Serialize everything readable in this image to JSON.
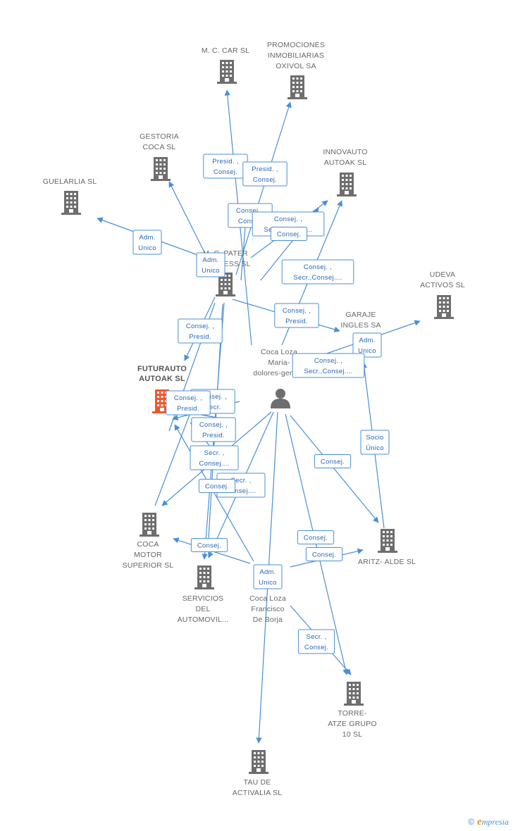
{
  "colors": {
    "edge": "#4a8fd6",
    "building": "#6e6e6e",
    "focus": "#f0562e",
    "person": "#6e6e6e",
    "label": "#666666"
  },
  "footer": {
    "copyright": "©",
    "brand_initial": "e",
    "brand_rest": "mpresia"
  },
  "nodes": [
    {
      "id": "mccar",
      "type": "company",
      "lines": [
        "M. C. CAR SL"
      ]
    },
    {
      "id": "promociones",
      "type": "company",
      "lines": [
        "PROMOCIONES",
        "INMOBILIARIAS",
        "OXIVOL SA"
      ]
    },
    {
      "id": "gestoria",
      "type": "company",
      "lines": [
        "GESTORIA",
        "COCA SL"
      ]
    },
    {
      "id": "innovauto",
      "type": "company",
      "lines": [
        "INNOVAUTO",
        "AUTOAK SL"
      ]
    },
    {
      "id": "guelarlia",
      "type": "company",
      "lines": [
        "GUELARLIA SL"
      ]
    },
    {
      "id": "mcpater",
      "type": "company",
      "lines": [
        "M. C. PATER",
        "BUSINESS SL"
      ]
    },
    {
      "id": "udeva",
      "type": "company",
      "lines": [
        "UDEVA",
        "ACTIVOS SL"
      ]
    },
    {
      "id": "garaje",
      "type": "company",
      "lines": [
        "GARAJE",
        "INGLES SA"
      ]
    },
    {
      "id": "futurauto",
      "type": "focus",
      "lines": [
        "FUTURAUTO",
        "AUTOAK SL"
      ]
    },
    {
      "id": "mariadolores",
      "type": "person",
      "lines": [
        "Coca Loza",
        "Maria-",
        "dolores-gender"
      ]
    },
    {
      "id": "cocamotor",
      "type": "company",
      "lines": [
        "COCA",
        "MOTOR",
        "SUPERIOR SL"
      ]
    },
    {
      "id": "aritz",
      "type": "company",
      "lines": [
        "ARITZ- ALDE SL"
      ]
    },
    {
      "id": "servicios",
      "type": "company",
      "lines": [
        "SERVICIOS",
        "DEL",
        "AUTOMOVIL..."
      ]
    },
    {
      "id": "francisco",
      "type": "person",
      "lines": [
        "Coca Loza",
        "Francisco",
        "De Borja"
      ]
    },
    {
      "id": "torre",
      "type": "company",
      "lines": [
        "TORRE-",
        "ATZE GRUPO",
        "10 SL"
      ]
    },
    {
      "id": "tau",
      "type": "company",
      "lines": [
        "TAU DE",
        "ACTIVALIA SL"
      ]
    }
  ],
  "edge_labels": [
    [
      "Presid. ,",
      "Consej."
    ],
    [
      "Presid. ,",
      "Consej."
    ],
    [
      "Consej. ,",
      "Consej."
    ],
    [
      "Consej. ,",
      "Secr.,Consej...."
    ],
    [
      "Consej."
    ],
    [
      "Adm.",
      "Unico"
    ],
    [
      "Adm.",
      "Unico"
    ],
    [
      "Consej. ,",
      "Secr.,Consej...."
    ],
    [
      "Consej. ,",
      "Presid."
    ],
    [
      "Consej. ,",
      "Presid."
    ],
    [
      "Adm.",
      "Unico"
    ],
    [
      "Consej. ,",
      "Secr.,Consej...."
    ],
    [
      "Consej. ,",
      "Secr."
    ],
    [
      "Consej. ,",
      "Presid."
    ],
    [
      "Consej. ,",
      "Presid."
    ],
    [
      "Socio",
      "Único"
    ],
    [
      "Secr. ,",
      "Consej...."
    ],
    [
      "Consej."
    ],
    [
      "Secr. ,",
      "Consej...."
    ],
    [
      "Consej."
    ],
    [
      "Consej."
    ],
    [
      "Consej."
    ],
    [
      "Consej."
    ],
    [
      "Adm.",
      "Unico"
    ],
    [
      "Secr. ,",
      "Consej."
    ]
  ]
}
